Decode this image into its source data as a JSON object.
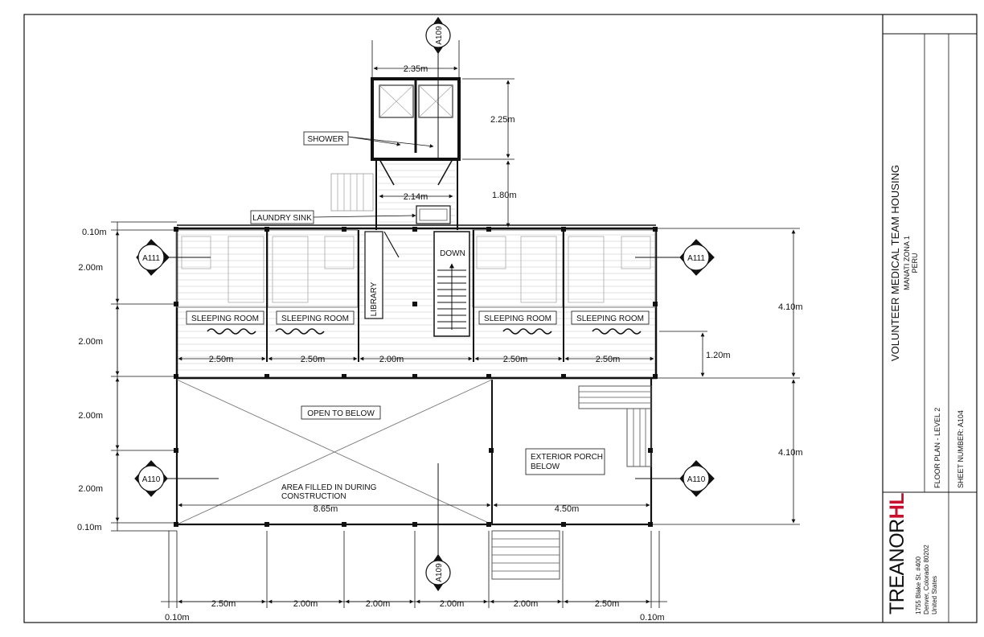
{
  "sheet": {
    "callouts": [
      "A109",
      "A109",
      "A111",
      "A111",
      "A110",
      "A110"
    ],
    "labels": {
      "shower": "SHOWER",
      "laundry_sink": "LAUNDRY SINK",
      "library": "LIBRARY",
      "down": "DOWN",
      "sleeping_room": "SLEEPING ROOM",
      "open_to_below": "OPEN TO BELOW",
      "area_filled_1": "AREA FILLED IN DURING",
      "area_filled_2": "CONSTRUCTION",
      "porch_1": "EXTERIOR PORCH",
      "porch_2": "BELOW"
    },
    "dimensions": {
      "top_width": "2.35m",
      "shower_height": "2.25m",
      "corridor_width": "2.14m",
      "corridor_height": "1.80m",
      "left_010_top": "0.10m",
      "left_200_a": "2.00m",
      "left_200_b": "2.00m",
      "left_200_c": "2.00m",
      "left_200_d": "2.00m",
      "left_010_bottom": "0.10m",
      "right_410_a": "4.10m",
      "right_120": "1.20m",
      "right_410_b": "4.10m",
      "mid_250_a": "2.50m",
      "mid_250_b": "2.50m",
      "mid_200": "2.00m",
      "mid_250_c": "2.50m",
      "mid_250_d": "2.50m",
      "span_865": "8.65m",
      "span_450": "4.50m",
      "bot_250_a": "2.50m",
      "bot_200_a": "2.00m",
      "bot_200_b": "2.00m",
      "bot_200_c": "2.00m",
      "bot_200_d": "2.00m",
      "bot_250_b": "2.50m",
      "bot_010_left": "0.10m",
      "bot_010_right": "0.10m"
    }
  },
  "title_block": {
    "project": "VOLUNTEER MEDICAL TEAM HOUSING",
    "location_1": "MANATI ZONA 1",
    "location_2": "PERU",
    "sheet_title": "FLOOR PLAN - LEVEL 2",
    "sheet_number": "SHEET NUMBER: A104",
    "firm_a": "TREANOR",
    "firm_b": "HL",
    "address_1": "1755 Blake St. #400",
    "address_2": "Denver, Colorado 80202",
    "address_3": "United States",
    "firm_accent": "#c8102e"
  }
}
